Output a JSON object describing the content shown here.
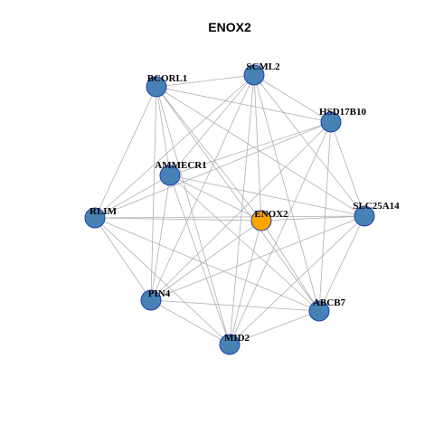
{
  "title": "ENOX2",
  "colors": {
    "background": "#ffffff",
    "edge": "#b0b0b0",
    "node_fill": "#4682b4",
    "node_stroke": "#1f3fb0",
    "hub_fill": "#ffa500",
    "hub_stroke": "#333333"
  },
  "network": {
    "hub": "ENOX2",
    "nodes": [
      {
        "id": "ENOX2",
        "label": "ENOX2",
        "role": "hub"
      },
      {
        "id": "SCML2",
        "label": "SCML2",
        "role": "neighbor"
      },
      {
        "id": "BCORL1",
        "label": "BCORL1",
        "role": "neighbor"
      },
      {
        "id": "HSD17B10",
        "label": "HSD17B10",
        "role": "neighbor"
      },
      {
        "id": "AMMECR1",
        "label": "AMMECR1",
        "role": "neighbor"
      },
      {
        "id": "RLIM",
        "label": "RLIM",
        "role": "neighbor"
      },
      {
        "id": "SLC25A14",
        "label": "SLC25A14",
        "role": "neighbor"
      },
      {
        "id": "PIN4",
        "label": "PIN4",
        "role": "neighbor"
      },
      {
        "id": "ABCB7",
        "label": "ABCB7",
        "role": "neighbor"
      },
      {
        "id": "MID2",
        "label": "MID2",
        "role": "neighbor"
      }
    ],
    "edges": [
      [
        "SCML2",
        "BCORL1"
      ],
      [
        "SCML2",
        "HSD17B10"
      ],
      [
        "SCML2",
        "AMMECR1"
      ],
      [
        "SCML2",
        "RLIM"
      ],
      [
        "SCML2",
        "SLC25A14"
      ],
      [
        "SCML2",
        "PIN4"
      ],
      [
        "SCML2",
        "ABCB7"
      ],
      [
        "SCML2",
        "MID2"
      ],
      [
        "SCML2",
        "ENOX2"
      ],
      [
        "BCORL1",
        "HSD17B10"
      ],
      [
        "BCORL1",
        "AMMECR1"
      ],
      [
        "BCORL1",
        "RLIM"
      ],
      [
        "BCORL1",
        "SLC25A14"
      ],
      [
        "BCORL1",
        "PIN4"
      ],
      [
        "BCORL1",
        "ABCB7"
      ],
      [
        "BCORL1",
        "MID2"
      ],
      [
        "BCORL1",
        "ENOX2"
      ],
      [
        "HSD17B10",
        "AMMECR1"
      ],
      [
        "HSD17B10",
        "RLIM"
      ],
      [
        "HSD17B10",
        "SLC25A14"
      ],
      [
        "HSD17B10",
        "PIN4"
      ],
      [
        "HSD17B10",
        "ABCB7"
      ],
      [
        "HSD17B10",
        "MID2"
      ],
      [
        "AMMECR1",
        "RLIM"
      ],
      [
        "AMMECR1",
        "ENOX2"
      ],
      [
        "AMMECR1",
        "PIN4"
      ],
      [
        "AMMECR1",
        "ABCB7"
      ],
      [
        "AMMECR1",
        "MID2"
      ],
      [
        "AMMECR1",
        "SLC25A14"
      ],
      [
        "RLIM",
        "ENOX2"
      ],
      [
        "RLIM",
        "SLC25A14"
      ],
      [
        "RLIM",
        "PIN4"
      ],
      [
        "RLIM",
        "ABCB7"
      ],
      [
        "RLIM",
        "MID2"
      ],
      [
        "SLC25A14",
        "PIN4"
      ],
      [
        "SLC25A14",
        "ABCB7"
      ],
      [
        "SLC25A14",
        "MID2"
      ],
      [
        "SLC25A14",
        "ENOX2"
      ],
      [
        "PIN4",
        "ABCB7"
      ],
      [
        "PIN4",
        "MID2"
      ],
      [
        "PIN4",
        "ENOX2"
      ],
      [
        "ABCB7",
        "MID2"
      ],
      [
        "ABCB7",
        "ENOX2"
      ],
      [
        "MID2",
        "ENOX2"
      ]
    ]
  }
}
